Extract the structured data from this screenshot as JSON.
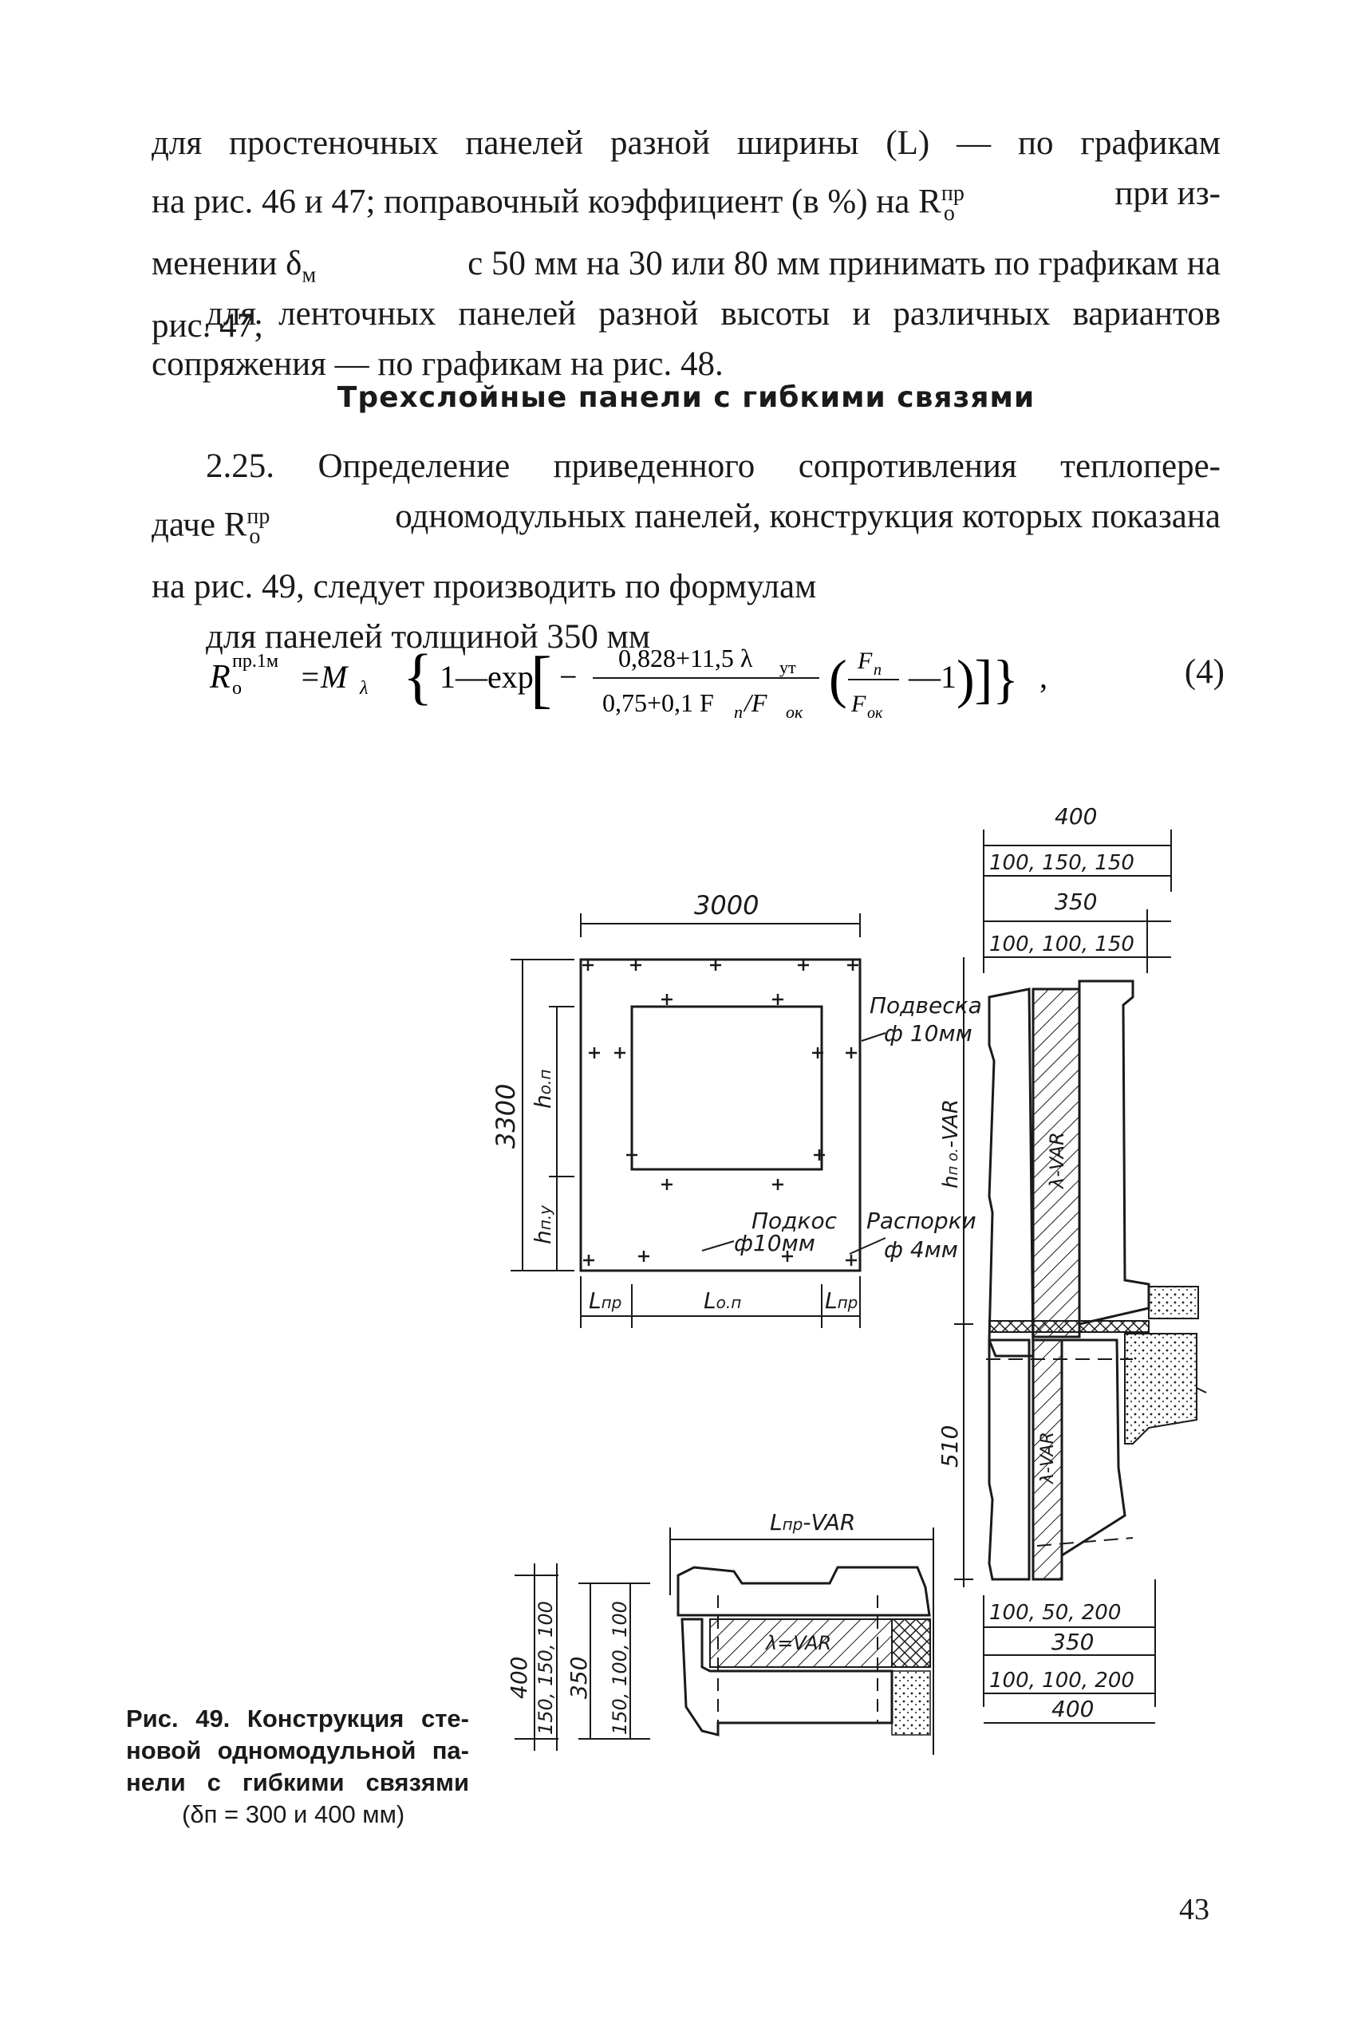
{
  "paragraph1": {
    "lines": [
      "для простеночных панелей разной ширины (L) — по графикам",
      "на рис. 46 и 47; поправочный коэффициент (в %) на R",
      "менении δ",
      "рис. 47;"
    ],
    "line2_sup": "пр",
    "line2_sub": "о",
    "line2_tail": "при из-",
    "line3_sub": "м",
    "line3_tail": "с 50 мм на 30 или 80 мм принимать по графикам на"
  },
  "paragraph2": {
    "lines": [
      "для ленточных панелей разной высоты и различных вариантов",
      "сопряжения — по графикам на рис. 48."
    ]
  },
  "heading": "Трехслойные панели с гибкими связями",
  "paragraph3": {
    "line1": "2.25. Определение приведенного сопротивления теплопере-",
    "line2_head": "даче R",
    "line2_sup": "пр",
    "line2_sub": "о",
    "line2_tail": "одномодульных панелей, конструкция которых показана",
    "line3": "на рис. 49, следует производить по формулам",
    "line4": "для панелей толщиной 350 мм"
  },
  "formula": {
    "lhs": "R",
    "lhs_sup": "пр.1м",
    "lhs_sub": "о",
    "eq": "=M",
    "eq_sub": "λ",
    "brace_open": "{",
    "one_minus_exp": "1—exp",
    "bracket_open": "[",
    "minus": "−",
    "numerator": "0,828+11,5 λ",
    "numerator_sub": "ут",
    "denominator": "0,75+0,1 F",
    "denominator_sub1": "п",
    "denominator_mid": " /F",
    "denominator_sub2": "ок",
    "frac2_num": "F",
    "frac2_num_sub": "п",
    "frac2_den": "F",
    "frac2_den_sub": "ок",
    "minus_one": "—1",
    "close": ")]}",
    "comma": ",",
    "number": "(4)"
  },
  "figure": {
    "front_view": {
      "width_dim": "3000",
      "height_dim": "3300",
      "h_op": "h",
      "h_op_sub": "о.п",
      "h_pu": "h",
      "h_pu_sub": "п.у",
      "l_pr_left": "L",
      "l_pr_sub": "пр",
      "l_op": "L",
      "l_op_sub": "о.п",
      "l_pr_right": "L",
      "label_podveska": "Подвеска",
      "label_podveska_dia": "ф 10мм",
      "label_podkos": "Подкос",
      "label_podkos_dia": "ф10мм",
      "label_rasporki": "Распорки",
      "label_rasporki_dia": "ф 4мм"
    },
    "section_right": {
      "top_total": "400",
      "top_parts": "100, 150, 150",
      "mid_total": "350",
      "mid_parts": "100, 100, 150",
      "h_label": "h",
      "h_label_sub": "п о.",
      "h_label_tail": "-VAR",
      "lambda_var_upper": "λ-VAR",
      "lambda_var_lower": "λ-VAR",
      "dim_510": "510",
      "bottom_parts_350": "100, 50, 200",
      "bottom_total_350": "350",
      "bottom_parts_400": "100, 100, 200",
      "bottom_total_400": "400"
    },
    "section_bottom": {
      "top_dim": "L",
      "top_dim_sub": "пр",
      "top_dim_tail": "-VAR",
      "lambda_label": "λ=VAR",
      "left_total_400": "400",
      "left_parts_400": "150, 150, 100",
      "left_total_350": "350",
      "left_parts_350": "150, 100, 100"
    },
    "caption_lines": [
      "Рис. 49. Конструкция сте-",
      "новой одномодульной па-",
      "нели с гибкими связями",
      "(δп = 300 и 400 мм)"
    ]
  },
  "page_number": "43"
}
